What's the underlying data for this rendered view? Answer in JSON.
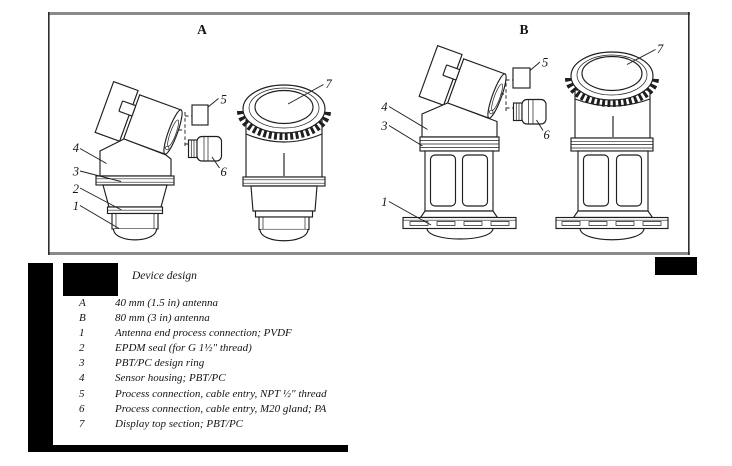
{
  "figure": {
    "panelA": {
      "label": "A",
      "callouts": {
        "n1": "1",
        "n2": "2",
        "n3": "3",
        "n4": "4",
        "n5": "5",
        "n6": "6",
        "n7": "7"
      }
    },
    "panelB": {
      "label": "B",
      "callouts": {
        "n1": "1",
        "n3": "3",
        "n4": "4",
        "n5": "5",
        "n6": "6",
        "n7": "7"
      }
    }
  },
  "caption": {
    "title": "Device design"
  },
  "legend": {
    "items": [
      {
        "key": "A",
        "text": "40 mm (1.5 in) antenna"
      },
      {
        "key": "B",
        "text": "80 mm (3 in) antenna"
      },
      {
        "key": "1",
        "text": "Antenna end process connection; PVDF"
      },
      {
        "key": "2",
        "text": "EPDM seal (for G 1½\" thread)"
      },
      {
        "key": "3",
        "text": "PBT/PC design ring"
      },
      {
        "key": "4",
        "text": "Sensor housing; PBT/PC"
      },
      {
        "key": "5",
        "text": "Process connection, cable entry, NPT ½\" thread"
      },
      {
        "key": "6",
        "text": "Process connection, cable entry, M20 gland; PA"
      },
      {
        "key": "7",
        "text": "Display top section; PBT/PC"
      }
    ]
  },
  "colors": {
    "ink": "#1a1a1a",
    "frame": "#8a8a8a",
    "redaction": "#000000",
    "paper": "#ffffff"
  }
}
